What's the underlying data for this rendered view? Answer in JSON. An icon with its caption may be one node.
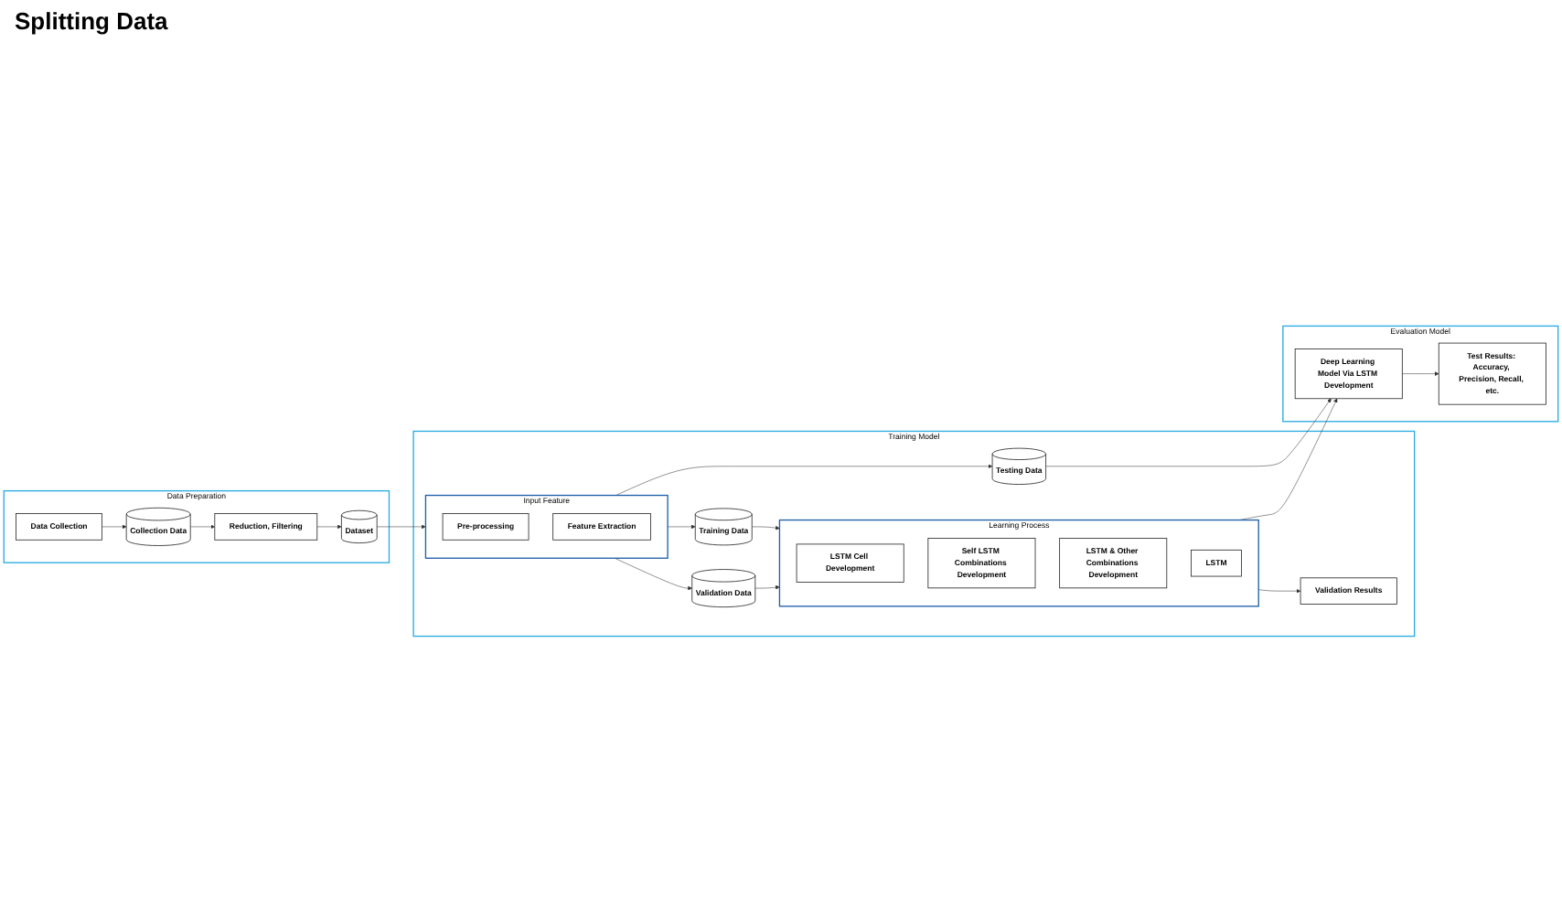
{
  "diagram": {
    "nodes": [
      {
        "text": [
          "Data Preparation"
        ]
      },
      {
        "text": [
          "Data Collection"
        ],
        "in": 0
      },
      {
        "text": [
          "Collection Data"
        ],
        "in": 0
      },
      {
        "text": [
          "Reduction, Filtering"
        ],
        "in": 0
      },
      {
        "text": [
          "Dataset"
        ],
        "in": 0
      },
      {
        "text": [
          "Training Model"
        ]
      },
      {
        "text": [
          "Input Feature"
        ],
        "in": 5
      },
      {
        "text": [
          "Pre-processing"
        ],
        "in": 6
      },
      {
        "text": [
          "Feature Extraction"
        ],
        "in": 6
      },
      {
        "text": [
          "Training Data"
        ],
        "in": 5
      },
      {
        "text": [
          "Validation Data"
        ],
        "in": 5
      },
      {
        "text": [
          "Testing Data"
        ],
        "in": 5
      },
      {
        "text": [
          "Learning Process"
        ],
        "in": 5
      },
      {
        "text": [
          "LSTM Cell Development"
        ],
        "in": 12
      },
      {
        "text": [
          "Self LSTM Combinations Development"
        ],
        "in": 12
      },
      {
        "text": [
          "LSTM & Other Combinations Development"
        ],
        "in": 12
      },
      {
        "text": [
          "LSTM"
        ],
        "in": 12
      },
      {
        "text": [
          "Validation Results"
        ],
        "in": 5
      },
      {
        "text": [
          "Evaluation Model"
        ]
      },
      {
        "text": [
          "Deep Learning Model Via LSTM Development"
        ],
        "in": 18
      },
      {
        "text": [
          "Test Results: Accuracy, Precision, Recall, etc."
        ],
        "in": 18
      }
    ],
    "edges": [
      {
        "from": 1,
        "to": 2,
        "arrow": "to"
      },
      {
        "from": 2,
        "to": 3,
        "arrow": "to"
      },
      {
        "from": 3,
        "to": 4,
        "arrow": "to"
      },
      {
        "from": 4,
        "to": 6,
        "arrow": "to"
      },
      {
        "from": 6,
        "to": 9,
        "arrow": "to"
      },
      {
        "from": 6,
        "to": 10,
        "arrow": "to"
      },
      {
        "from": 6,
        "to": 11,
        "arrow": "to"
      },
      {
        "from": 9,
        "to": 12,
        "arrow": "to"
      },
      {
        "from": 10,
        "to": 12,
        "arrow": "to"
      },
      {
        "from": 11,
        "to": 19,
        "arrow": "to"
      },
      {
        "from": 12,
        "to": 17,
        "arrow": "to"
      },
      {
        "from": 12,
        "to": 19,
        "arrow": "to"
      },
      {
        "from": 19,
        "to": 20,
        "arrow": "to"
      }
    ],
    "labels": [
      "Splitting Data"
    ]
  }
}
